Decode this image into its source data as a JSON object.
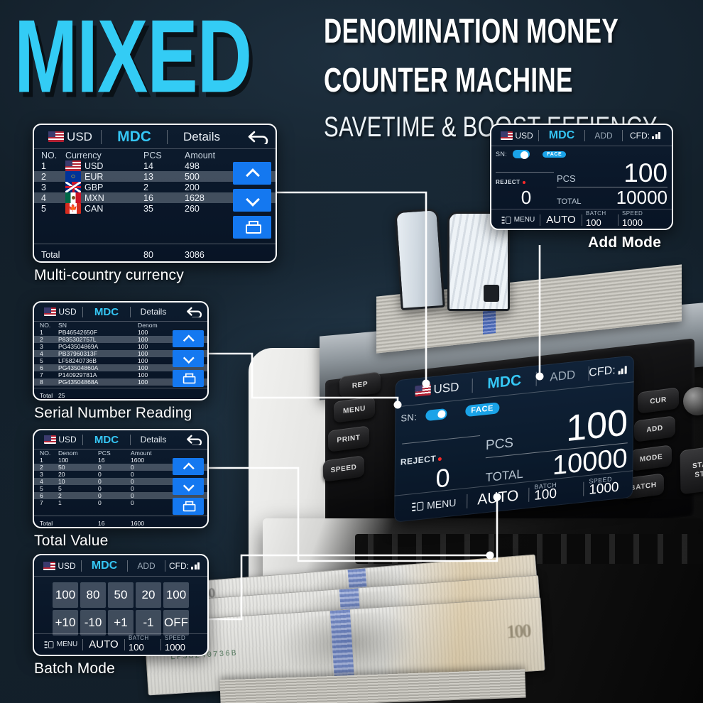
{
  "header": {
    "word_mixed": "MIXED",
    "line1": "DENOMINATION MONEY",
    "line2": "COUNTER MACHINE",
    "line3": "SAVETIME & BOOST EFFIENCY",
    "accent_color": "#33CCF5"
  },
  "captions": {
    "multi_country": "Multi-country currency",
    "serial_number": "Serial Number Reading",
    "total_value": "Total Value",
    "batch_mode": "Batch Mode",
    "add_mode": "Add Mode"
  },
  "topbar": {
    "currency": "USD",
    "mode": "MDC",
    "details": "Details",
    "add": "ADD",
    "cfd": "CFD:"
  },
  "multi_currency_panel": {
    "columns": [
      "NO.",
      "Currency",
      "PCS",
      "Amount"
    ],
    "rows": [
      {
        "no": "1",
        "flag": "flag-us",
        "currency": "USD",
        "pcs": "14",
        "amount": "498"
      },
      {
        "no": "2",
        "flag": "flag-eu",
        "currency": "EUR",
        "pcs": "13",
        "amount": "500"
      },
      {
        "no": "3",
        "flag": "flag-gb",
        "currency": "GBP",
        "pcs": "2",
        "amount": "200"
      },
      {
        "no": "4",
        "flag": "flag-mx",
        "currency": "MXN",
        "pcs": "16",
        "amount": "1628"
      },
      {
        "no": "5",
        "flag": "flag-ca",
        "currency": "CAN",
        "pcs": "35",
        "amount": "260"
      }
    ],
    "total_label": "Total",
    "total_pcs": "80",
    "total_amount": "3086"
  },
  "serial_panel": {
    "columns": [
      "NO.",
      "SN",
      "Denom"
    ],
    "rows": [
      {
        "no": "1",
        "sn": "PB46542650F",
        "denom": "100"
      },
      {
        "no": "2",
        "sn": "P835302757L",
        "denom": "100"
      },
      {
        "no": "3",
        "sn": "PG43504869A",
        "denom": "100"
      },
      {
        "no": "4",
        "sn": "PB37960313F",
        "denom": "100"
      },
      {
        "no": "5",
        "sn": "LF58240736B",
        "denom": "100"
      },
      {
        "no": "6",
        "sn": "PG43504860A",
        "denom": "100"
      },
      {
        "no": "7",
        "sn": "P140929781A",
        "denom": "100"
      },
      {
        "no": "8",
        "sn": "PG43504868A",
        "denom": "100"
      }
    ],
    "total_label": "Total",
    "total_value": "25"
  },
  "total_value_panel": {
    "columns": [
      "NO.",
      "Denom",
      "PCS",
      "Amount"
    ],
    "rows": [
      {
        "no": "1",
        "denom": "100",
        "pcs": "16",
        "amount": "1600"
      },
      {
        "no": "2",
        "denom": "50",
        "pcs": "0",
        "amount": "0"
      },
      {
        "no": "3",
        "denom": "20",
        "pcs": "0",
        "amount": "0"
      },
      {
        "no": "4",
        "denom": "10",
        "pcs": "0",
        "amount": "0"
      },
      {
        "no": "5",
        "denom": "5",
        "pcs": "0",
        "amount": "0"
      },
      {
        "no": "6",
        "denom": "2",
        "pcs": "0",
        "amount": "0"
      },
      {
        "no": "7",
        "denom": "1",
        "pcs": "0",
        "amount": "0"
      }
    ],
    "total_label": "Total",
    "total_pcs": "16",
    "total_amount": "1600"
  },
  "batch_panel": {
    "keys_row1": [
      "100",
      "80",
      "50",
      "20",
      "100"
    ],
    "keys_row2": [
      "+10",
      "-10",
      "+1",
      "-1",
      "OFF"
    ]
  },
  "add_mode_panel": {
    "sn_label": "SN:",
    "face_label": "FACE",
    "reject_label": "REJECT",
    "reject_value": "0",
    "pcs_label": "PCS",
    "pcs_value": "100",
    "total_label": "TOTAL",
    "total_value": "10000"
  },
  "status_bar": {
    "menu": "MENU",
    "auto": "AUTO",
    "batch_label": "BATCH",
    "batch_value": "100",
    "speed_label": "SPEED",
    "speed_value": "1000"
  },
  "machine_buttons": {
    "left": [
      "REP",
      "MENU",
      "PRINT",
      "SPEED"
    ],
    "right": [
      "CUR",
      "ADD",
      "MODE",
      "BATCH"
    ],
    "start": "START",
    "stop": "STOP"
  },
  "banknotes": {
    "denomination": "100",
    "serial_1": "LF58240736B",
    "serial_2": "LF58240736B"
  }
}
